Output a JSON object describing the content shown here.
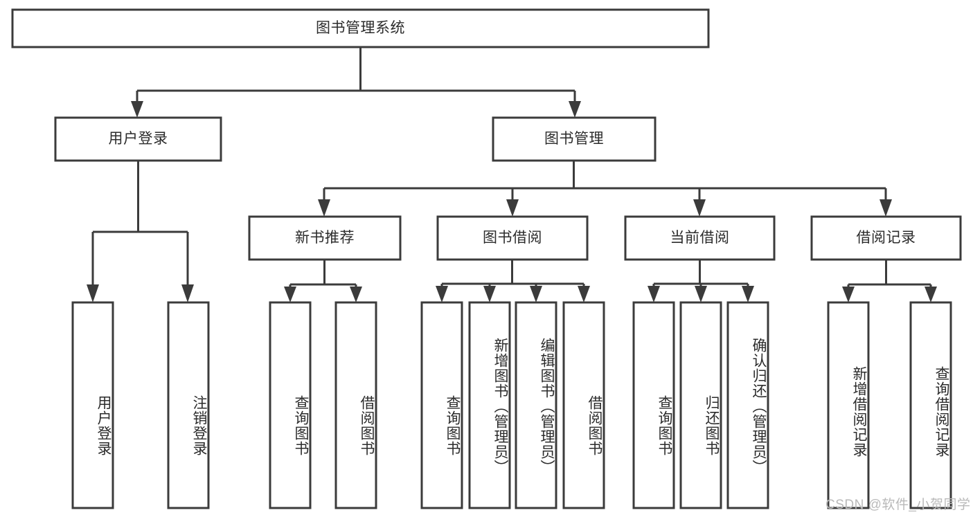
{
  "diagram": {
    "type": "tree-hierarchy-chart",
    "title": "图书管理系统",
    "root": {
      "label": "图书管理系统"
    },
    "level2": [
      {
        "label": "用户登录"
      },
      {
        "label": "图书管理"
      }
    ],
    "level3": [
      {
        "label": "新书推荐"
      },
      {
        "label": "图书借阅"
      },
      {
        "label": "当前借阅"
      },
      {
        "label": "借阅记录"
      }
    ],
    "leaves": {
      "user_login": [
        {
          "label": "用户登录"
        },
        {
          "label": "注销登录"
        }
      ],
      "new_book_recommend": [
        {
          "label": "查询图书"
        },
        {
          "label": "借阅图书"
        }
      ],
      "book_borrow": [
        {
          "label": "查询图书"
        },
        {
          "label": "新增图书（管理员）"
        },
        {
          "label": "编辑图书（管理员）"
        },
        {
          "label": "借阅图书"
        }
      ],
      "current_borrow": [
        {
          "label": "查询图书"
        },
        {
          "label": "归还图书"
        },
        {
          "label": "确认归还（管理员）"
        }
      ],
      "borrow_record": [
        {
          "label": "新增借阅记录"
        },
        {
          "label": "查询借阅记录"
        }
      ]
    }
  },
  "watermark": {
    "text": "CSDN @软件_小贺同学"
  },
  "colors": {
    "stroke": "#3b3b3b",
    "fill": "#ffffff",
    "text": "#2b2b2b",
    "watermark": "#b9b9b9"
  }
}
